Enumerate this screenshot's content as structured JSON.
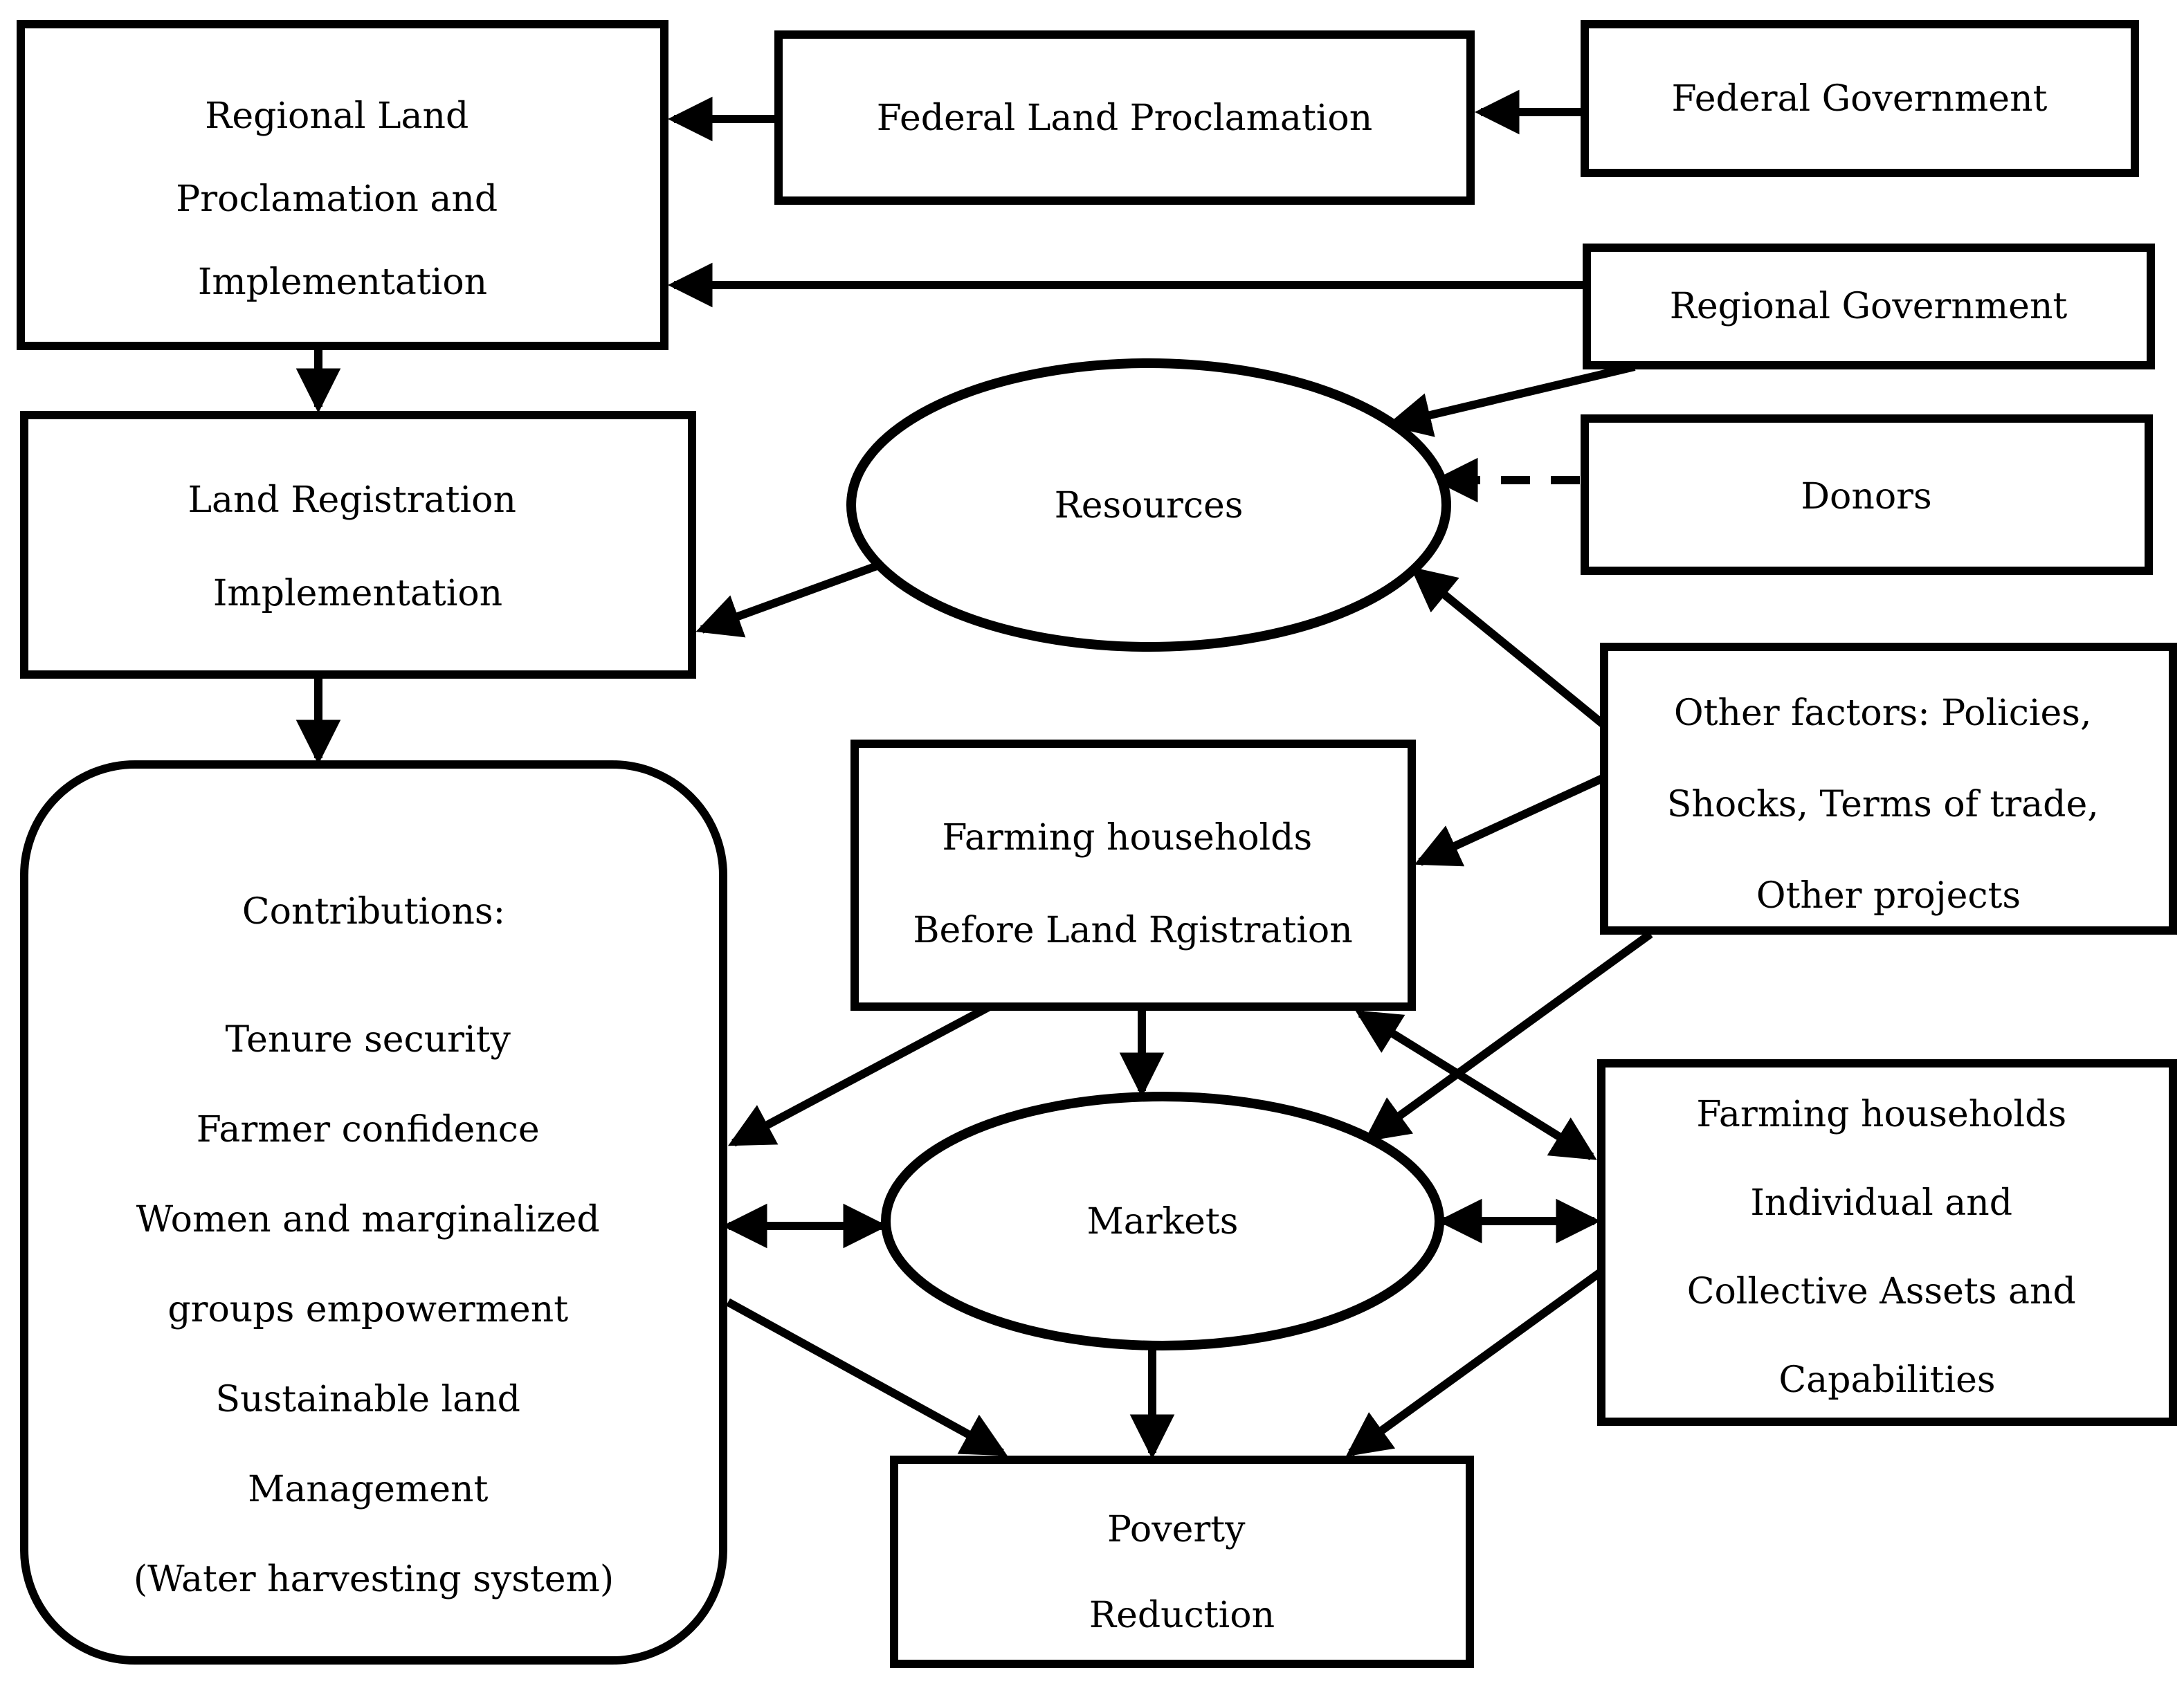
{
  "diagram": {
    "background_color": "#ffffff",
    "stroke_color": "#000000",
    "nodes": {
      "regional_land": {
        "shape": "rectangle",
        "lines": [
          "Regional Land",
          "Proclamation and",
          "Implementation"
        ]
      },
      "federal_proclamation": {
        "shape": "rectangle",
        "lines": [
          "Federal Land Proclamation"
        ]
      },
      "federal_government": {
        "shape": "rectangle",
        "lines": [
          "Federal Government"
        ]
      },
      "regional_government": {
        "shape": "rectangle",
        "lines": [
          "Regional Government"
        ]
      },
      "resources": {
        "shape": "ellipse",
        "lines": [
          "Resources"
        ]
      },
      "donors": {
        "shape": "rectangle",
        "lines": [
          "Donors"
        ]
      },
      "land_registration": {
        "shape": "rectangle",
        "lines": [
          "Land Registration",
          "Implementation"
        ]
      },
      "other_factors": {
        "shape": "rectangle",
        "lines": [
          "Other factors: Policies,",
          "Shocks, Terms of trade,",
          "Other projects"
        ]
      },
      "farming_before": {
        "shape": "rectangle",
        "lines": [
          "Farming households",
          "Before Land Rgistration"
        ]
      },
      "contributions": {
        "shape": "rounded-rectangle",
        "title": "Contributions:",
        "lines": [
          "Tenure security",
          "Farmer confidence",
          "Women and marginalized",
          "groups empowerment",
          "Sustainable land",
          "Management",
          "(Water harvesting system)"
        ]
      },
      "markets": {
        "shape": "ellipse",
        "lines": [
          "Markets"
        ]
      },
      "farming_assets": {
        "shape": "rectangle",
        "lines": [
          "Farming households",
          "Individual and",
          "Collective Assets and",
          "Capabilities"
        ]
      },
      "poverty": {
        "shape": "rectangle",
        "lines": [
          "Poverty",
          "Reduction"
        ]
      }
    },
    "edges": [
      {
        "from": "federal_government",
        "to": "federal_proclamation",
        "style": "solid",
        "bidirectional": false
      },
      {
        "from": "federal_proclamation",
        "to": "regional_land",
        "style": "solid",
        "bidirectional": false
      },
      {
        "from": "regional_government",
        "to": "regional_land",
        "style": "solid",
        "bidirectional": false
      },
      {
        "from": "regional_government",
        "to": "resources",
        "style": "solid",
        "bidirectional": false
      },
      {
        "from": "donors",
        "to": "resources",
        "style": "dashed",
        "bidirectional": false
      },
      {
        "from": "regional_land",
        "to": "land_registration",
        "style": "solid",
        "bidirectional": false
      },
      {
        "from": "resources",
        "to": "land_registration",
        "style": "solid",
        "bidirectional": false
      },
      {
        "from": "other_factors",
        "to": "resources",
        "style": "solid",
        "bidirectional": false
      },
      {
        "from": "other_factors",
        "to": "farming_before",
        "style": "solid",
        "bidirectional": false
      },
      {
        "from": "land_registration",
        "to": "contributions",
        "style": "solid",
        "bidirectional": false
      },
      {
        "from": "farming_before",
        "to": "contributions",
        "style": "solid",
        "bidirectional": false
      },
      {
        "from": "farming_before",
        "to": "markets",
        "style": "solid",
        "bidirectional": false
      },
      {
        "from": "other_factors",
        "to": "markets",
        "style": "solid",
        "bidirectional": false
      },
      {
        "from": "farming_before",
        "to": "farming_assets",
        "style": "solid",
        "bidirectional": true
      },
      {
        "from": "contributions",
        "to": "markets",
        "style": "solid",
        "bidirectional": true
      },
      {
        "from": "markets",
        "to": "farming_assets",
        "style": "solid",
        "bidirectional": true
      },
      {
        "from": "markets",
        "to": "poverty",
        "style": "solid",
        "bidirectional": false
      },
      {
        "from": "contributions",
        "to": "poverty",
        "style": "solid",
        "bidirectional": false
      },
      {
        "from": "farming_assets",
        "to": "poverty",
        "style": "solid",
        "bidirectional": false
      }
    ]
  }
}
